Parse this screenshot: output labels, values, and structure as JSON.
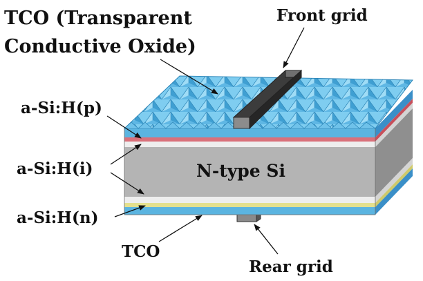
{
  "labels": {
    "tco_top_line1": "TCO (Transparent",
    "tco_top_line2": "Conductive Oxide)",
    "front_grid": "Front grid",
    "a_si_p": "a-Si:H(p)",
    "a_si_i": "a-Si:H(i)",
    "n_type_si": "N-type Si",
    "a_si_n": "a-Si:H(n)",
    "tco_bottom": "TCO",
    "rear_grid": "Rear grid"
  },
  "colors": {
    "tco": "#5bb4e0",
    "a_si_p": "#d9707a",
    "a_si_i": "#e6e6e6",
    "n_type_si": "#a8a8a8",
    "a_si_n": "#e4e08e",
    "grid_metal": "#4a4a4a"
  }
}
